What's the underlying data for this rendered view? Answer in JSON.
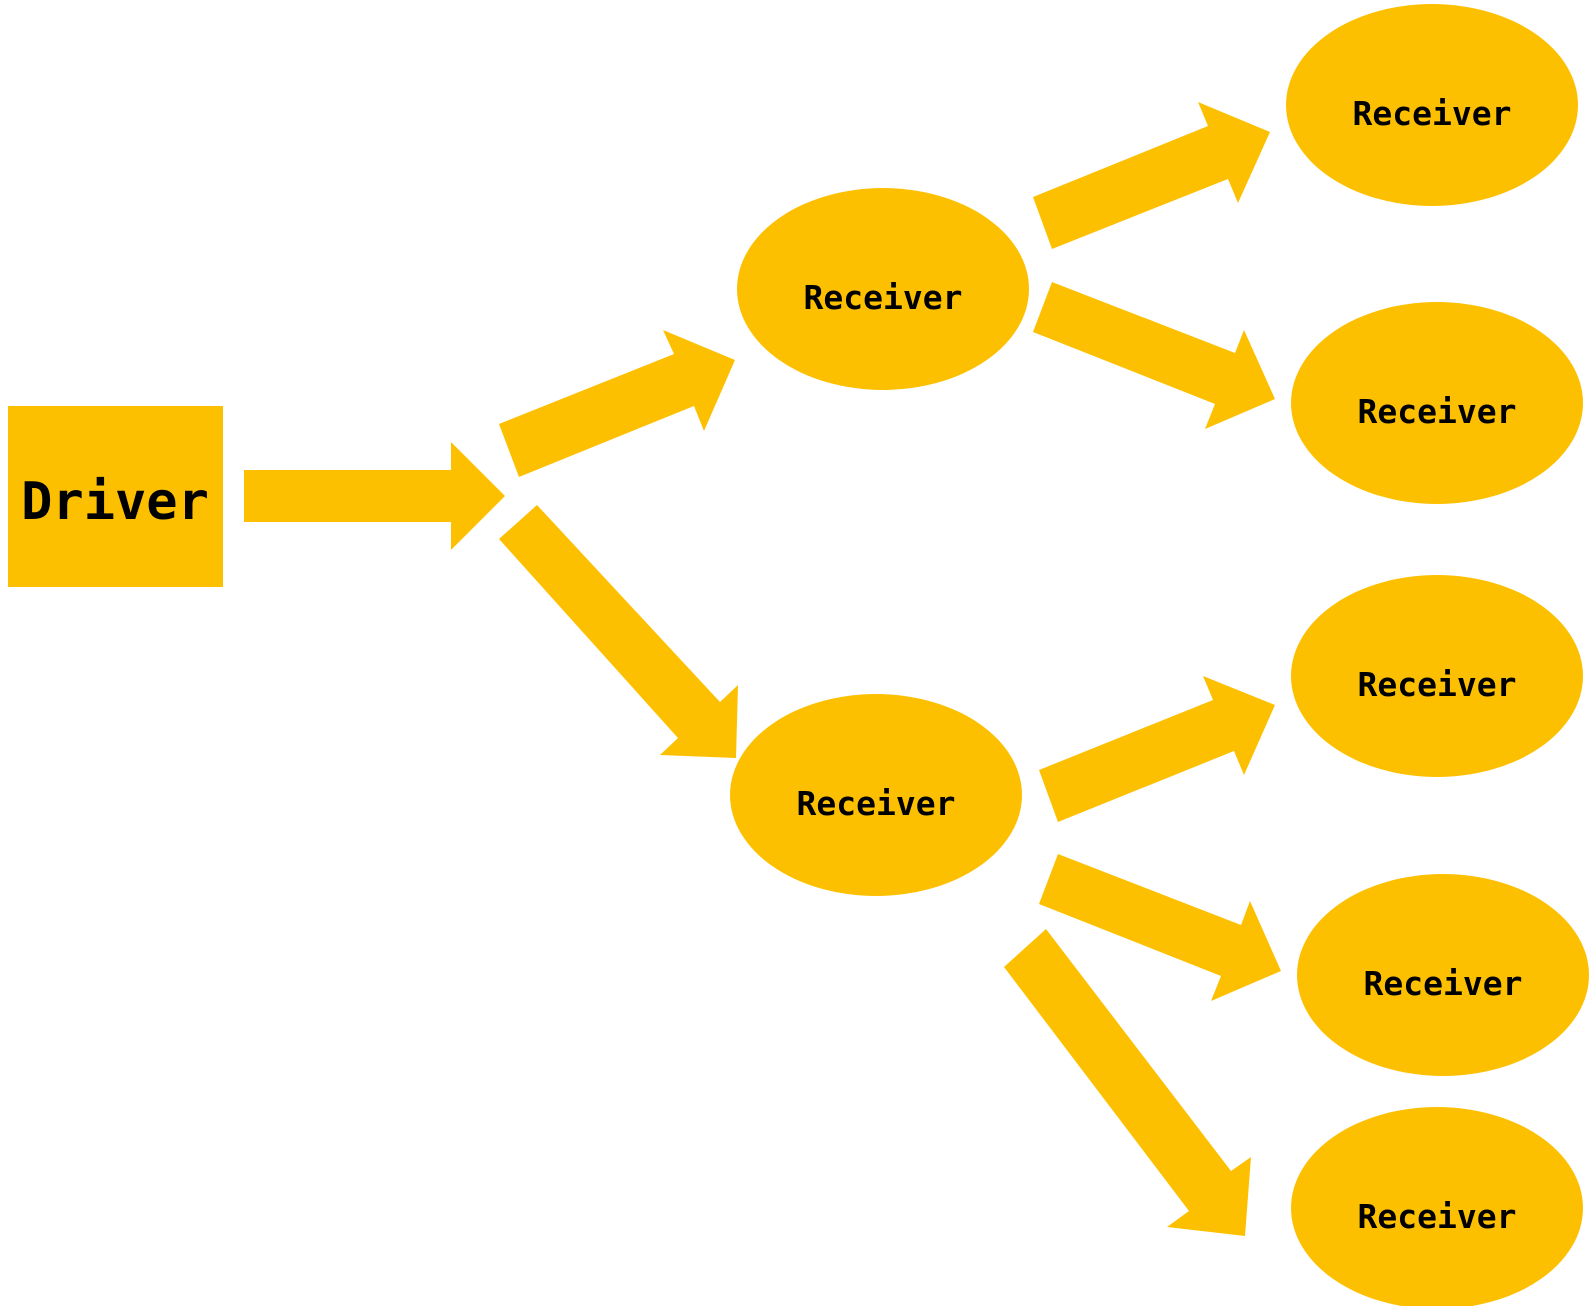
{
  "colors": {
    "fill": "#FDC000",
    "text": "#000000",
    "background": "#FFFFFF"
  },
  "diagram": {
    "driver": {
      "label": "Driver"
    },
    "receivers": [
      {
        "id": "r1",
        "label": "Receiver",
        "parent": "driver"
      },
      {
        "id": "r2",
        "label": "Receiver",
        "parent": "driver"
      },
      {
        "id": "r1a",
        "label": "Receiver",
        "parent": "r1"
      },
      {
        "id": "r1b",
        "label": "Receiver",
        "parent": "r1"
      },
      {
        "id": "r2a",
        "label": "Receiver",
        "parent": "r2"
      },
      {
        "id": "r2b",
        "label": "Receiver",
        "parent": "r2"
      },
      {
        "id": "r2c",
        "label": "Receiver",
        "parent": "r2"
      }
    ]
  }
}
